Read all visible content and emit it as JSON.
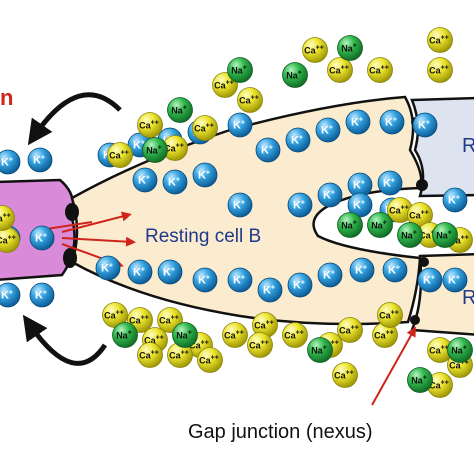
{
  "diagram": {
    "cell_b_label": "Resting cell B",
    "gap_junction_label": "Gap junction (nexus)",
    "left_edge_label": "n",
    "right_top_label": "R",
    "right_bottom_label": "R"
  },
  "ions": {
    "potassium": {
      "symbol": "K",
      "charge": "+"
    },
    "calcium": {
      "symbol": "Ca",
      "charge": "++"
    },
    "sodium": {
      "symbol": "Na",
      "charge": "+"
    }
  },
  "colors": {
    "potassium_fill": "#2a9bd6",
    "calcium_fill": "#e6e222",
    "sodium_fill": "#2bb34a",
    "resting_cell_fill": "#fbebcf",
    "excited_cell_fill": "#d98ad8",
    "right_top_cell_fill": "#dde3ef",
    "label_red": "#d0241b",
    "arrow_red": "#d0241b"
  }
}
